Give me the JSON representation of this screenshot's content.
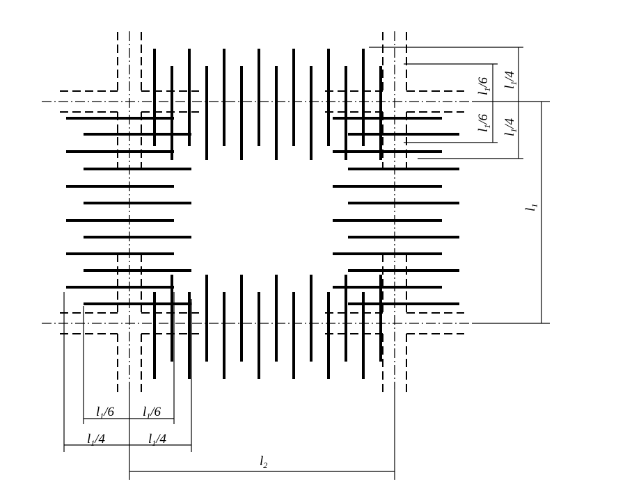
{
  "labels": {
    "l1": {
      "base": "l",
      "sub": "1",
      "suffix": ""
    },
    "l2": {
      "base": "l",
      "sub": "2",
      "suffix": ""
    },
    "l1_6": {
      "base": "l",
      "sub": "1",
      "suffix": "/6"
    },
    "l1_4": {
      "base": "l",
      "sub": "1",
      "suffix": "/4"
    }
  }
}
